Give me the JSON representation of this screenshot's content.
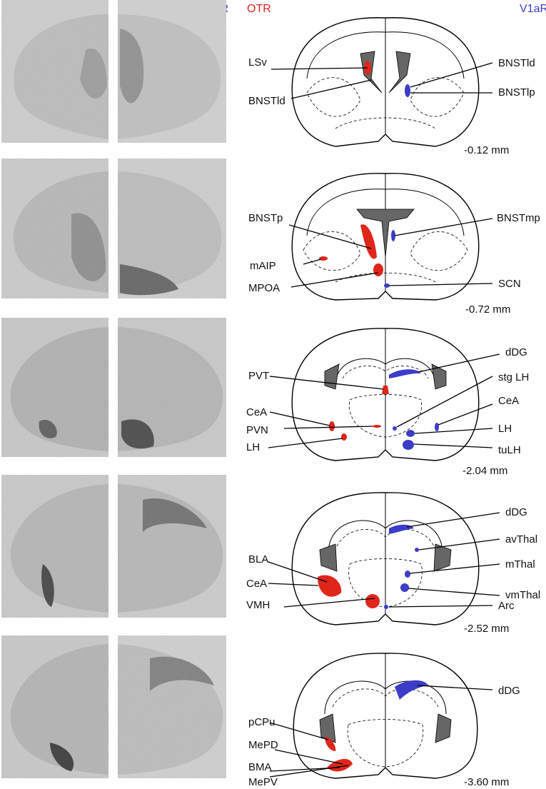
{
  "headers": {
    "otr": "OTR",
    "v1ar": "V1aR",
    "otr_color": "#e0261b",
    "v1ar_color": "#3c3cc8"
  },
  "panels": [
    {
      "depth": "-0.12 mm",
      "labels_left": [
        "LSv",
        "BNSTld"
      ],
      "labels_right": [
        "BNSTld",
        "BNSTlp"
      ]
    },
    {
      "depth": "-0.72 mm",
      "labels_left": [
        "BNSTp",
        "mAIP",
        "MPOA"
      ],
      "labels_right": [
        "BNSTmp",
        "SCN"
      ]
    },
    {
      "depth": "-2.04 mm",
      "labels_left": [
        "PVT",
        "CeA",
        "PVN",
        "LH"
      ],
      "labels_right": [
        "dDG",
        "stg LH",
        "CeA",
        "LH",
        "tuLH"
      ]
    },
    {
      "depth": "-2.52 mm",
      "labels_left": [
        "BLA",
        "CeA",
        "VMH"
      ],
      "labels_right": [
        "dDG",
        "avThal",
        "mThal",
        "vmThal",
        "Arc"
      ]
    },
    {
      "depth": "-3.60 mm",
      "labels_left": [
        "pCPu",
        "MePD",
        "BMA",
        "MePV"
      ],
      "labels_right": [
        "dDG"
      ]
    }
  ]
}
